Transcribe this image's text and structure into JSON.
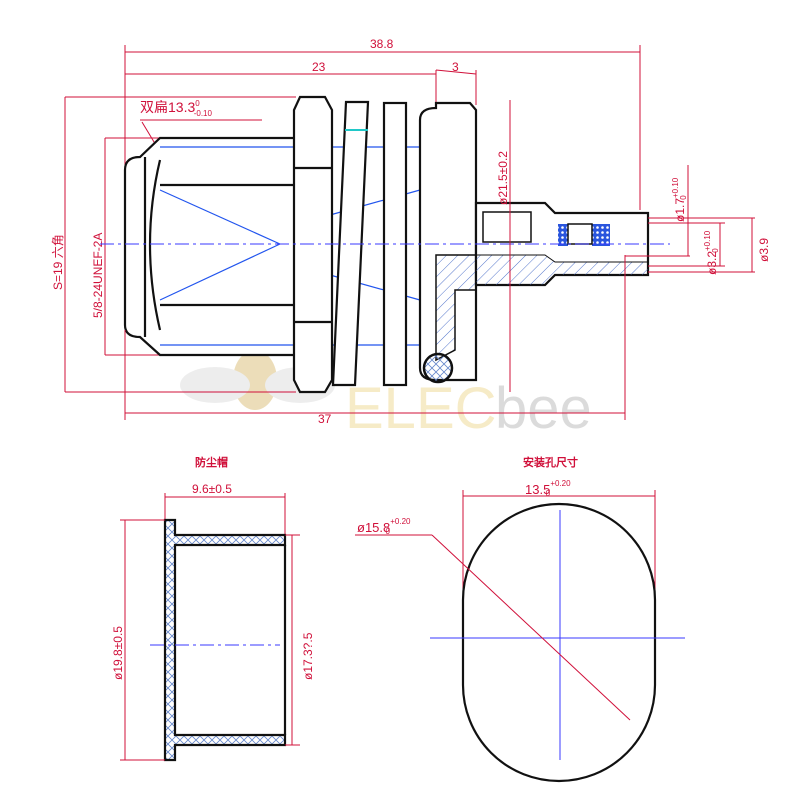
{
  "main_view": {
    "dim_overall": "38.8",
    "dim_body": "23",
    "dim_flange": "3",
    "dim_flats": "双扁13.3",
    "dim_flats_tol_upper": "0",
    "dim_flats_tol_lower": "-0.10",
    "dim_hex": "S=19 六角",
    "dim_thread": "5/8-24UNEF-2A",
    "dim_flange_dia": "ø21.5±0.2",
    "dim_pin": "ø1.7",
    "dim_pin_tol": "+0.10",
    "dim_pin_tol0": "0",
    "dim_socket": "ø3.2",
    "dim_socket_tol": "+0.10",
    "dim_socket_tol0": "0",
    "dim_tail": "ø3.9",
    "dim_length": "37"
  },
  "dust_cap": {
    "title": "防尘帽",
    "dim_length": "9.6±0.5",
    "dim_outer": "ø19.8±0.5",
    "dim_inner": "ø17.3?.5"
  },
  "mount_hole": {
    "title": "安装孔尺寸",
    "dim_flat": "13.5",
    "dim_flat_tol": "+0.20",
    "dim_flat_tol0": "0",
    "dim_dia": "ø15.8",
    "dim_dia_tol": "+0.20",
    "dim_dia_tol0": "0"
  },
  "watermark": {
    "text_a": "ELEC",
    "text_b": "bee"
  },
  "colors": {
    "dimension": "#d0103a",
    "centerline": "#3a3aff",
    "outline": "#111111"
  }
}
